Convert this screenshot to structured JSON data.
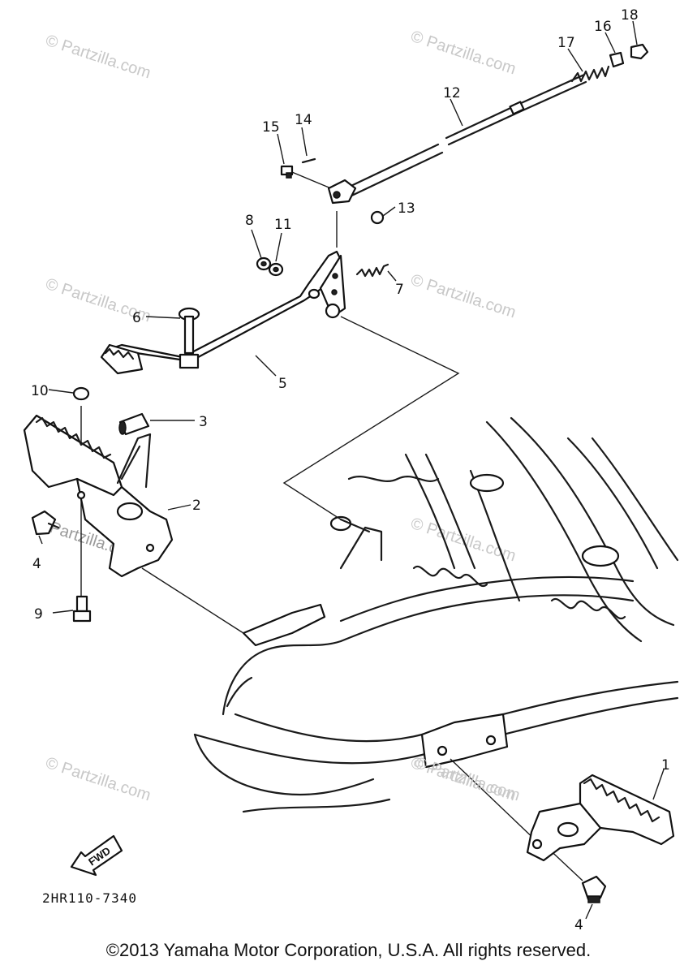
{
  "diagram": {
    "callouts": [
      "1",
      "2",
      "3",
      "4",
      "5",
      "6",
      "7",
      "8",
      "9",
      "10",
      "11",
      "12",
      "13",
      "14",
      "15",
      "16",
      "17",
      "18",
      "4"
    ],
    "watermarks": [
      "© Partzilla.com",
      "© Partzilla.com",
      "© Partzilla.com",
      "© Partzilla.com",
      "© Partzilla.com",
      "© Partzilla.com",
      "© Partzilla.com",
      "© Partzilla.com",
      "Partzilla.com"
    ],
    "fwd_label": "FWD",
    "drawing_code": "2HR110-7340"
  },
  "footer": {
    "copyright": "©2013  Yamaha Motor Corporation, U.S.A. All rights reserved."
  }
}
